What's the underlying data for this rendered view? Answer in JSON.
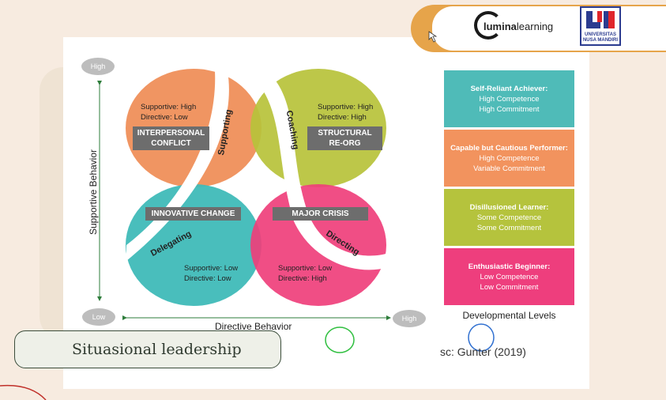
{
  "logos": {
    "lumina_bold": "lumina",
    "lumina_light": "learning",
    "university_line1": "UNIVERSITAS",
    "university_line2": "NUSA MANDIRI"
  },
  "axes": {
    "y_title": "Supportive Behavior",
    "x_title": "Directive Behavior",
    "y_high": "High",
    "x_low": "Low",
    "x_high": "High"
  },
  "quadrants": {
    "top_left": {
      "line1": "Supportive: High",
      "line2": "Directive: Low",
      "box_line1": "INTERPERSONAL",
      "box_line2": "CONFLICT",
      "style": "Supporting",
      "color": "#ef8f5a"
    },
    "top_right": {
      "line1": "Supportive: High",
      "line2": "Directive: High",
      "box_line1": "STRUCTURAL",
      "box_line2": "RE-ORG",
      "style": "Coaching",
      "color": "#b7c23a"
    },
    "bottom_left": {
      "line1": "Supportive: Low",
      "line2": "Directive: Low",
      "box": "INNOVATIVE CHANGE",
      "style": "Delegating",
      "color": "#3fbab8"
    },
    "bottom_right": {
      "line1": "Supportive: Low",
      "line2": "Directive: High",
      "box": "MAJOR CRISIS",
      "style": "Directing",
      "color": "#ef3f7b"
    }
  },
  "levels": {
    "title": "Developmental Levels",
    "items": [
      {
        "title": "Self-Reliant Achiever:",
        "l1": "High Competence",
        "l2": "High Commitment",
        "color": "#4fbbb8"
      },
      {
        "title": "Capable but Cautious Performer:",
        "l1": "High Competence",
        "l2": "Variable Commitment",
        "color": "#f2935e"
      },
      {
        "title": "Disillusioned Learner:",
        "l1": "Some Competence",
        "l2": "Some Commitment",
        "color": "#b5c33d"
      },
      {
        "title": "Enthusiastic Beginner:",
        "l1": "Low Competence",
        "l2": "Low Commitment",
        "color": "#ee3e7d"
      }
    ]
  },
  "caption": "Situasional leadership",
  "source": "sc: Gunter (2019)"
}
